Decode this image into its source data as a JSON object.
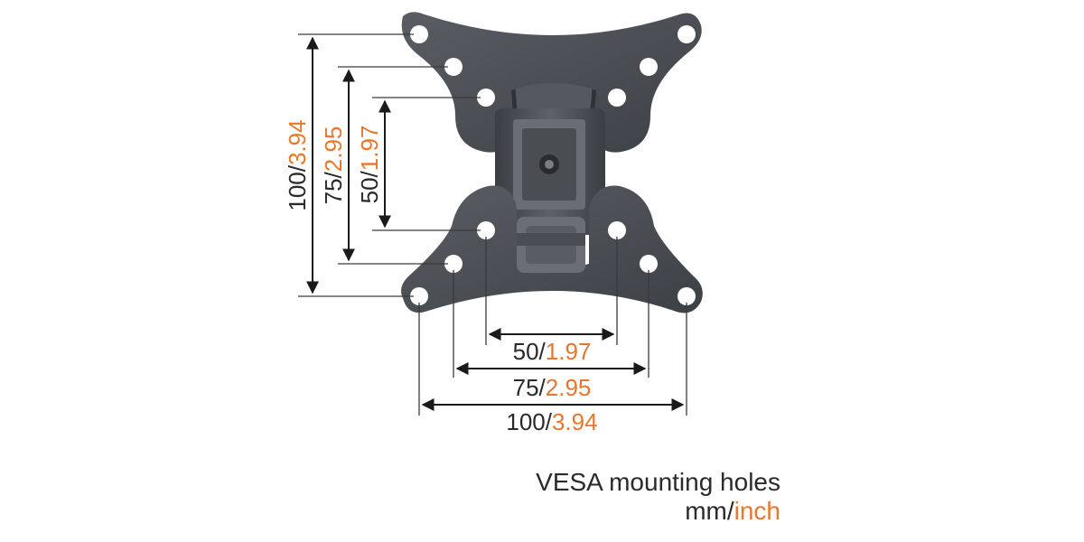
{
  "colors": {
    "mm": "#2a2a2a",
    "inch": "#e8772e",
    "plate": "#4c4f55"
  },
  "dimensions": {
    "vertical": [
      {
        "mm": "100",
        "sep": "/",
        "inch": "3.94"
      },
      {
        "mm": "75",
        "sep": "/",
        "inch": "2.95"
      },
      {
        "mm": "50",
        "sep": "/",
        "inch": "1.97"
      }
    ],
    "horizontal": [
      {
        "mm": "50",
        "sep": "/",
        "inch": "1.97"
      },
      {
        "mm": "75",
        "sep": "/",
        "inch": "2.95"
      },
      {
        "mm": "100",
        "sep": "/",
        "inch": "3.94"
      }
    ]
  },
  "caption": {
    "line1": "VESA mounting holes",
    "unit_mm": "mm",
    "unit_sep": "/",
    "unit_inch": "inch"
  }
}
